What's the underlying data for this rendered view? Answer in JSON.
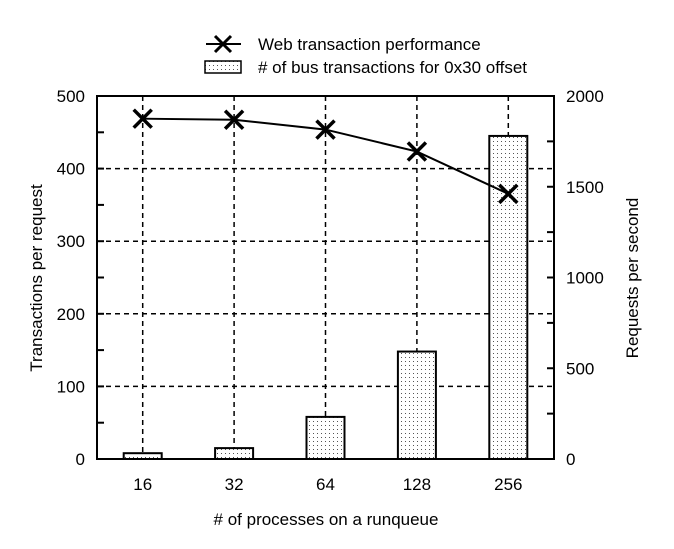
{
  "chart_data": {
    "type": "bar+line",
    "categories": [
      "16",
      "32",
      "64",
      "128",
      "256"
    ],
    "xlabel": "# of processes on a runqueue",
    "ylabel_left": "Transactions per request",
    "ylabel_right": "Requests per second",
    "ylim_left": [
      0,
      500
    ],
    "ylim_right": [
      0,
      2000
    ],
    "yticks_left": [
      0,
      100,
      200,
      300,
      400,
      500
    ],
    "yticks_right": [
      0,
      500,
      1000,
      1500,
      2000
    ],
    "grid": true,
    "legend_position": "top",
    "series": [
      {
        "name": "Web transaction performance",
        "type": "line",
        "axis": "right",
        "marker": "x",
        "values": [
          1875,
          1869,
          1815,
          1694,
          1461
        ]
      },
      {
        "name": "# of bus transactions for 0x30 offset",
        "type": "bar",
        "axis": "left",
        "pattern": "dotted",
        "values": [
          8,
          15,
          58,
          148,
          445
        ]
      }
    ]
  }
}
